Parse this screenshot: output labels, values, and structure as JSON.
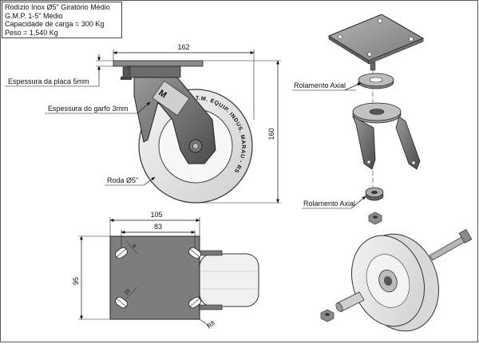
{
  "spec": {
    "title": "Rodízio Inox Ø5\" Giratório Médio",
    "model": "G.M.P. 1-5\" Médio",
    "capacity": "Capacidade de carga = 300 Kg",
    "weight": "Peso = 1,540 Kg"
  },
  "side_view": {
    "width_dim": "162",
    "height_dim": "160",
    "plate_thickness_label": "Espessura da placa 5mm",
    "fork_thickness_label": "Espessura do garfo 3mm",
    "wheel_label": "Roda Ø5\"",
    "wheel_text": "T.M. EQUIP. INDUS. MARAU - RS"
  },
  "top_view": {
    "outer_width_dim": "105",
    "hole_spacing_dim": "83",
    "height_dim": "95",
    "slot_dim_a": "9",
    "slot_dim_b": "10",
    "radius_dim": "R8"
  },
  "exploded_view": {
    "bearing_label_1": "Rolamento Axial",
    "bearing_label_2": "Rolamento Axial"
  }
}
